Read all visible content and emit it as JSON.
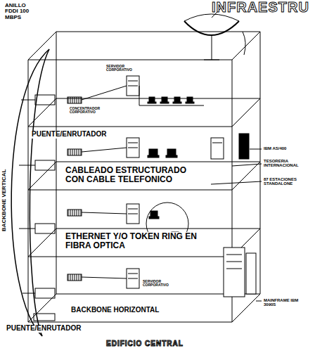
{
  "diagram": {
    "title": "INFRAESTRU",
    "caption": "EDIFICIO CENTRAL",
    "labels": [
      "ANILLO FDDI 100 MBPS",
      "BACKBONE VERTICAL",
      "SERVIDOR CORPORATIVO",
      "CONCENTRADOR CORPORATIVO",
      "PUENTE/ENRUTADOR",
      "CABLEADO ESTRUCTURADO CON CABLE TELEFONICO",
      "IBM AS/400",
      "TESORERIA INTERNACIONAL",
      "87 ESTACIONES STANDALONE",
      "ETHERNET Y/O TOKEN RING EN FIBRA OPTICA",
      "SERVIDOR CORPORATIVO",
      "MAINFRAME IBM 3090S",
      "BACKBONE HORIZONTAL",
      "PUENTE/ENRUTADOR"
    ]
  }
}
